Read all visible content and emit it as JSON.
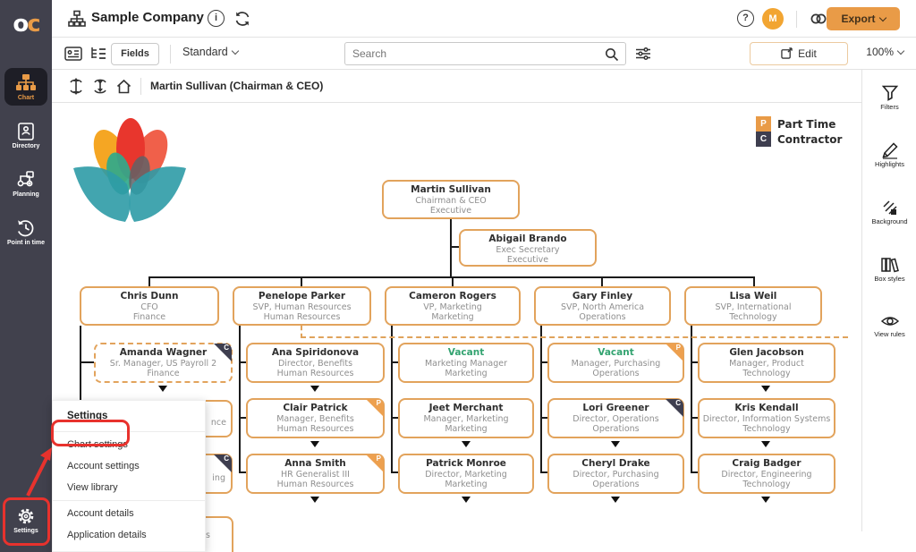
{
  "header": {
    "logo_o": "o",
    "logo_c": "c",
    "company": "Sample Company",
    "export_label": "Export",
    "avatar_initial": "M"
  },
  "toolbar": {
    "fields_label": "Fields",
    "view_selected": "Standard",
    "search_placeholder": "Search",
    "edit_label": "Edit",
    "zoom_level": "100%"
  },
  "chartbar": {
    "breadcrumb": "Martin Sullivan (Chairman & CEO)"
  },
  "nav": {
    "items": [
      "Chart",
      "Directory",
      "Planning",
      "Point in time"
    ],
    "settings_label": "Settings"
  },
  "tools": {
    "items": [
      "Filters",
      "Highlights",
      "Background",
      "Box styles",
      "View rules"
    ]
  },
  "legend": {
    "items": [
      {
        "badge": "P",
        "label": "Part Time"
      },
      {
        "badge": "C",
        "label": "Contractor"
      }
    ]
  },
  "settings_menu": {
    "title": "Settings",
    "items": [
      "Chart settings",
      "Account settings",
      "View library",
      "Account details",
      "Application details"
    ]
  },
  "org": {
    "nodes": [
      {
        "name": "Martin Sullivan",
        "title": "Chairman & CEO",
        "dept": "Executive"
      },
      {
        "name": "Abigail Brando",
        "title": "Exec Secretary",
        "dept": "Executive"
      },
      {
        "name": "Chris  Dunn",
        "title": "CFO",
        "dept": "Finance"
      },
      {
        "name": "Penelope Parker",
        "title": "SVP, Human Resources",
        "dept": "Human Resources"
      },
      {
        "name": "Cameron Rogers",
        "title": "VP, Marketing",
        "dept": "Marketing"
      },
      {
        "name": "Gary Finley",
        "title": "SVP, North America",
        "dept": "Operations"
      },
      {
        "name": "Lisa Weil",
        "title": "SVP, International",
        "dept": "Technology"
      },
      {
        "name": "Amanda Wagner",
        "title": "Sr. Manager, US Payroll 2",
        "dept": "Finance",
        "badge": "C"
      },
      {
        "name": "Ana Spiridonova",
        "title": "Director, Benefits",
        "dept": "Human Resources"
      },
      {
        "name": "Vacant",
        "title": "Marketing Manager",
        "dept": "Marketing",
        "vacant": true
      },
      {
        "name": "Vacant",
        "title": "Manager, Purchasing",
        "dept": "Operations",
        "vacant": true,
        "badge": "P"
      },
      {
        "name": "Glen Jacobson",
        "title": "Manager, Product",
        "dept": "Technology"
      },
      {
        "name": "Clair Patrick",
        "title": "Manager, Benefits",
        "dept": "Human Resources",
        "badge": "P"
      },
      {
        "name": "Jeet Merchant",
        "title": "Manager, Marketing",
        "dept": "Marketing"
      },
      {
        "name": "Lori Greener",
        "title": "Director, Operations",
        "dept": "Operations",
        "badge": "C"
      },
      {
        "name": "Kris Kendall",
        "title": "Director, Information Systems",
        "dept": "Technology"
      },
      {
        "name": "Anna Smith",
        "title": "HR Generalist III",
        "dept": "Human Resources",
        "badge": "P"
      },
      {
        "name": "Patrick Monroe",
        "title": "Director, Marketing",
        "dept": "Marketing"
      },
      {
        "name": "Cheryl Drake",
        "title": "Director, Purchasing",
        "dept": "Operations"
      },
      {
        "name": "Craig Badger",
        "title": "Director, Engineering",
        "dept": "Technology"
      }
    ],
    "fragments": {
      "f_nce": "nce",
      "f_ing": "ing",
      "f_s": "s",
      "f_marketing": "Marketing"
    }
  },
  "colors": {
    "accent_orange": "#E99B47",
    "box_border": "#E2A35C",
    "vacant_green": "#33A370",
    "annotation_red": "#E8322D",
    "badge_dark": "#3E3E4F",
    "sidebar_bg": "#41414D"
  }
}
